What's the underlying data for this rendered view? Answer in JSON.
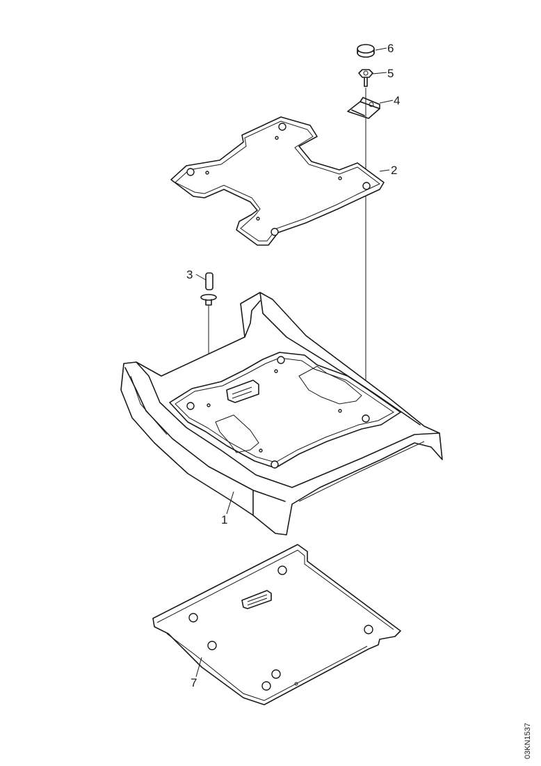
{
  "callouts": {
    "part1": "1",
    "part2": "2",
    "part3": "3",
    "part4": "4",
    "part5": "5",
    "part6": "6",
    "part7": "7"
  },
  "drawing_code": "03KN1537"
}
